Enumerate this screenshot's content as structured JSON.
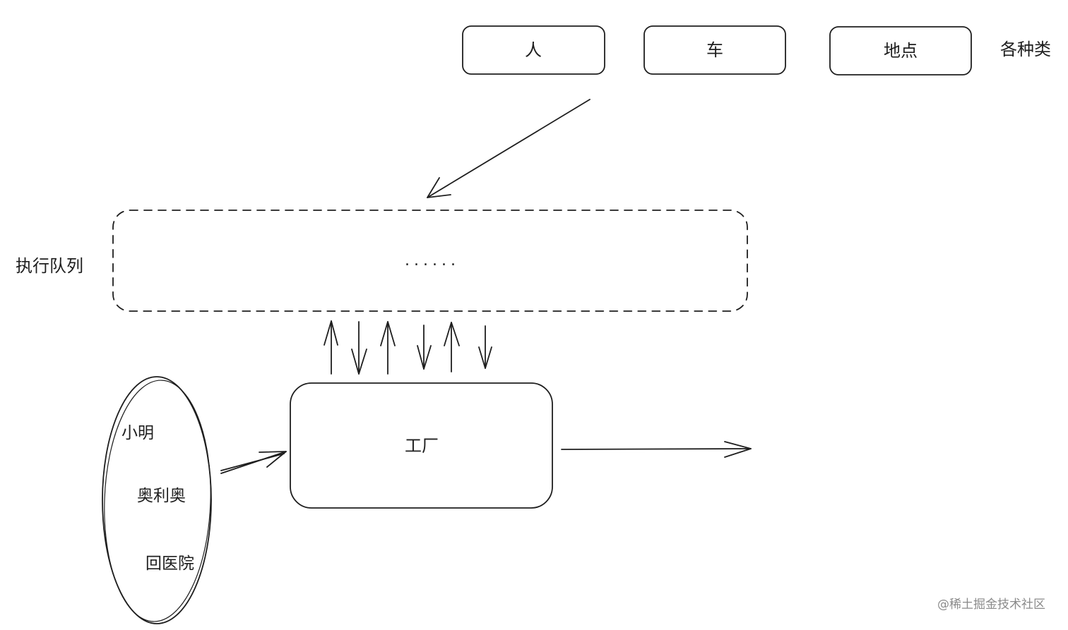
{
  "type_boxes": [
    {
      "label": "人"
    },
    {
      "label": "车"
    },
    {
      "label": "地点"
    }
  ],
  "types_caption": "各种类",
  "queue": {
    "caption": "执行队列",
    "content": "......"
  },
  "factory": {
    "label": "工厂"
  },
  "inputs": {
    "items": [
      "小明",
      "奥利奥",
      "回医院"
    ]
  },
  "watermark": "@稀土掘金技术社区",
  "colors": {
    "stroke": "#1e1e1e",
    "background": "#ffffff",
    "watermark": "#8a8a8a"
  }
}
